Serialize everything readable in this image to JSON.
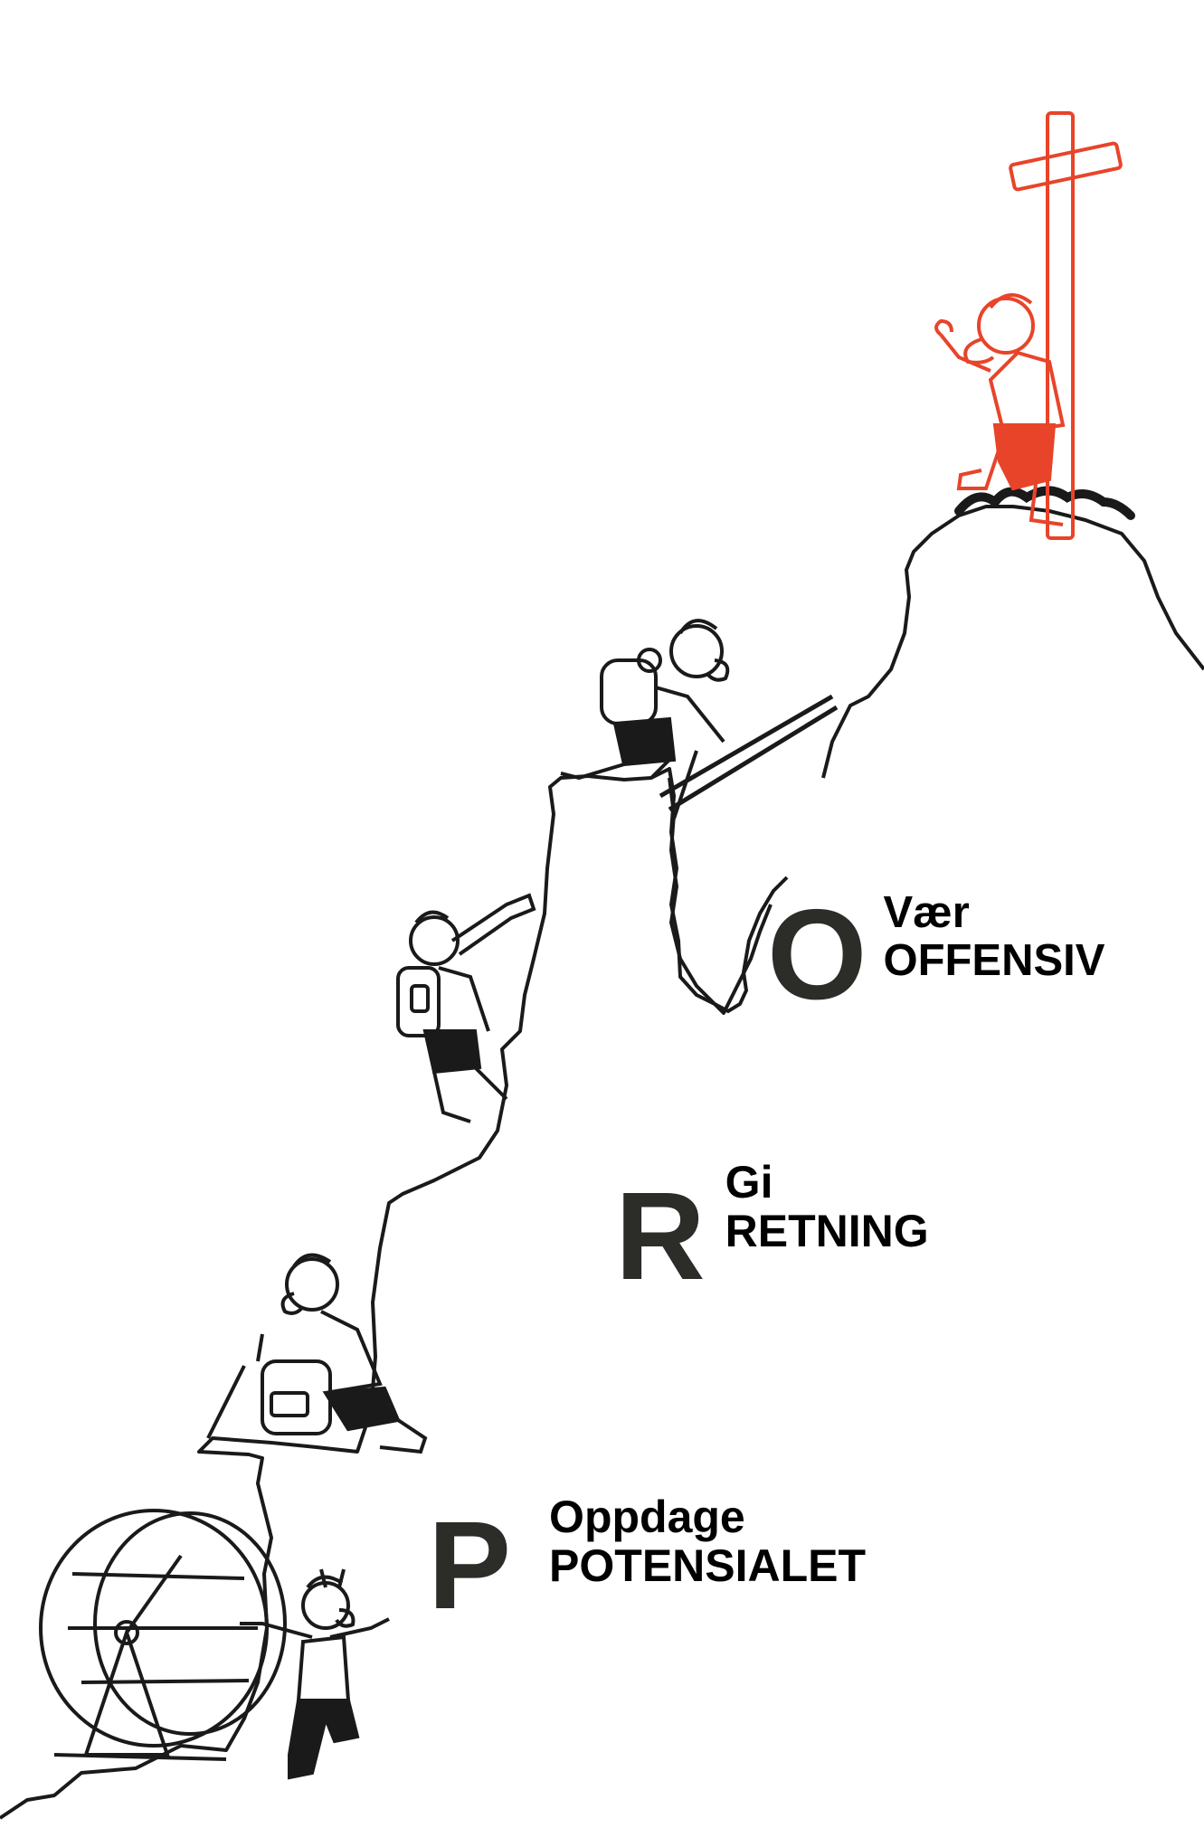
{
  "illustration": {
    "theme": "mountain-climb-metaphor",
    "colors": {
      "ink": "#1a1a1a",
      "letter": "#2c2c28",
      "summit_red": "#e8442a",
      "paper": "#ffffff"
    },
    "stages": [
      {
        "id": "p",
        "letter": "P",
        "line1": "Oppdage",
        "line2": "POTENSIALET"
      },
      {
        "id": "r",
        "letter": "R",
        "line1": "Gi",
        "line2": "RETNING"
      },
      {
        "id": "o",
        "letter": "O",
        "line1": "Vær",
        "line2": "OFFENSIV"
      }
    ],
    "figures": [
      {
        "name": "person-at-hamster-wheel",
        "color": "ink"
      },
      {
        "name": "person-packing-backpack",
        "color": "ink"
      },
      {
        "name": "person-with-telescope",
        "color": "ink"
      },
      {
        "name": "person-climbing-with-poles",
        "color": "ink"
      },
      {
        "name": "person-at-summit-cross",
        "color": "summit_red"
      }
    ]
  }
}
